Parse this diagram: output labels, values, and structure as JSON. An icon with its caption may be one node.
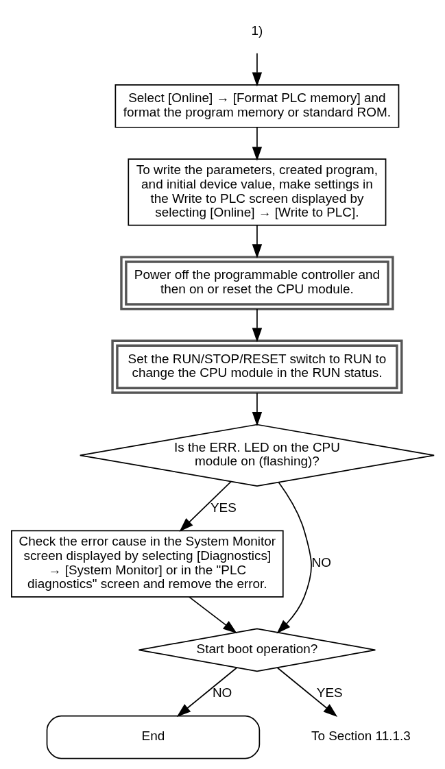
{
  "diagram": {
    "nodes": [
      {
        "text": [
          "1)"
        ]
      },
      {
        "text": [
          "Select [Online] → [Format PLC memory] and format the program memory or standard ROM."
        ]
      },
      {
        "text": [
          "To write the parameters, created program, and initial device value, make settings in the Write to PLC screen displayed by selecting [Online] → [Write to PLC]."
        ]
      },
      {
        "text": [
          "Power off the programmable controller and then on or reset the CPU module."
        ]
      },
      {
        "text": [
          "Set the RUN/STOP/RESET switch to RUN to change the CPU module in the RUN status."
        ]
      },
      {
        "text": [
          "Is the ERR. LED on the CPU module on (flashing)?"
        ]
      },
      {
        "text": [
          "Check the error cause in the System Monitor screen displayed by selecting [Diagnostics] → [System Monitor] or in the \"PLC diagnostics\" screen and remove the error."
        ]
      },
      {
        "text": [
          "Start boot operation?"
        ]
      },
      {
        "text": [
          "End"
        ]
      },
      {
        "text": [
          "To Section 11.1.3"
        ]
      }
    ],
    "edges": [
      {
        "from": 0,
        "to": 1,
        "arrow": "to"
      },
      {
        "from": 1,
        "to": 2,
        "arrow": "to"
      },
      {
        "from": 2,
        "to": 3,
        "arrow": "to"
      },
      {
        "from": 3,
        "to": 4,
        "arrow": "to"
      },
      {
        "from": 4,
        "to": 5,
        "arrow": "to"
      },
      {
        "from": 5,
        "to": 6,
        "arrow": "to",
        "label": "YES"
      },
      {
        "from": 5,
        "to": 7,
        "arrow": "to",
        "label": "NO"
      },
      {
        "from": 6,
        "to": 7,
        "arrow": "to"
      },
      {
        "from": 7,
        "to": 8,
        "arrow": "to",
        "label": "NO"
      },
      {
        "from": 7,
        "to": 9,
        "arrow": "to",
        "label": "YES"
      }
    ]
  }
}
